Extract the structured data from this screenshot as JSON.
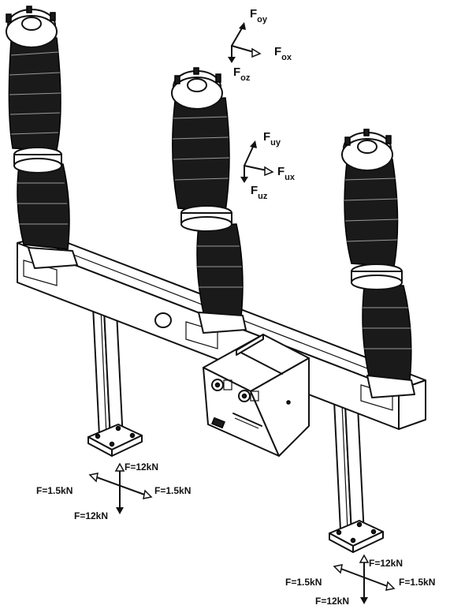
{
  "diagram": {
    "upper_force_group": {
      "y": {
        "base": "F",
        "sub": "oy"
      },
      "x": {
        "base": "F",
        "sub": "ox"
      },
      "z": {
        "base": "F",
        "sub": "oz"
      }
    },
    "middle_force_group": {
      "y": {
        "base": "F",
        "sub": "uy"
      },
      "x": {
        "base": "F",
        "sub": "ux"
      },
      "z": {
        "base": "F",
        "sub": "uz"
      }
    },
    "left_base_loads": {
      "top": "F=12kN",
      "left": "F=1.5kN",
      "right": "F=1.5kN",
      "bottom": "F=12kN"
    },
    "right_base_loads": {
      "top": "F=12kN",
      "left": "F=1.5kN",
      "right": "F=1.5kN",
      "bottom": "F=12kN"
    }
  }
}
